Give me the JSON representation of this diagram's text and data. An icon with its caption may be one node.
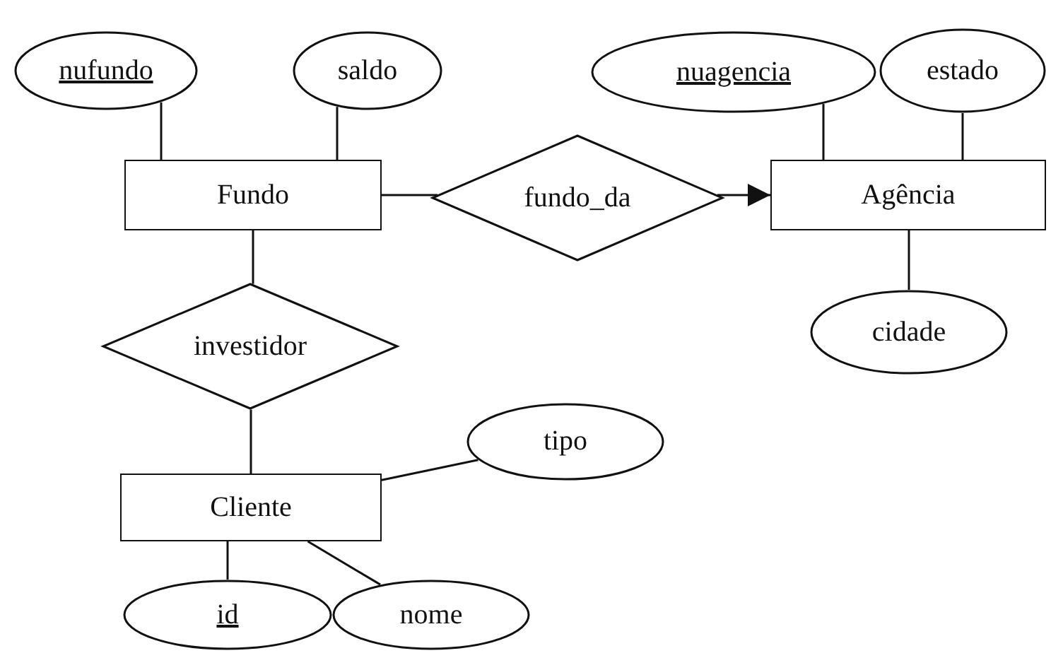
{
  "diagram": {
    "nodes": [
      {
        "text": [
          "nufundo"
        ]
      },
      {
        "text": [
          "saldo"
        ]
      },
      {
        "text": [
          "Fundo"
        ]
      },
      {
        "text": [
          "fundo_da"
        ]
      },
      {
        "text": [
          "nuagencia"
        ]
      },
      {
        "text": [
          "estado"
        ]
      },
      {
        "text": [
          "Agência"
        ]
      },
      {
        "text": [
          "investidor"
        ]
      },
      {
        "text": [
          "cidade"
        ]
      },
      {
        "text": [
          "tipo"
        ]
      },
      {
        "text": [
          "Cliente"
        ]
      },
      {
        "text": [
          "id"
        ]
      },
      {
        "text": [
          "nome"
        ]
      }
    ],
    "edges": [
      {
        "from": 0,
        "to": 2,
        "arrow": "none"
      },
      {
        "from": 1,
        "to": 2,
        "arrow": "none"
      },
      {
        "from": 2,
        "to": 3,
        "arrow": "none"
      },
      {
        "from": 3,
        "to": 6,
        "arrow": "to"
      },
      {
        "from": 4,
        "to": 6,
        "arrow": "none"
      },
      {
        "from": 5,
        "to": 6,
        "arrow": "none"
      },
      {
        "from": 6,
        "to": 8,
        "arrow": "none"
      },
      {
        "from": 2,
        "to": 7,
        "arrow": "none"
      },
      {
        "from": 7,
        "to": 10,
        "arrow": "none"
      },
      {
        "from": 9,
        "to": 10,
        "arrow": "none"
      },
      {
        "from": 10,
        "to": 11,
        "arrow": "none"
      },
      {
        "from": 10,
        "to": 12,
        "arrow": "none"
      }
    ]
  }
}
